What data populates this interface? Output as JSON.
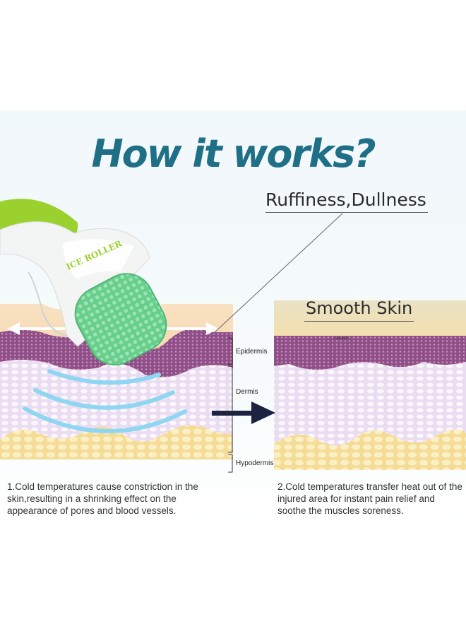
{
  "title": "How it works?",
  "callouts": {
    "before": "Ruffiness,Dullness",
    "after": "Smooth Skin"
  },
  "layers": [
    "Epidermis",
    "Dermis",
    "Hypodermis"
  ],
  "product": {
    "brand": "ICE ROLLER"
  },
  "captions": {
    "left": "1.Cold temperatures cause constriction in the skin,resulting in a shrinking effect on the appearance of pores and blood vessels.",
    "right": "2.Cold temperatures transfer heat out of the injured area for instant pain relief and soothe the muscles soreness."
  },
  "colors": {
    "title": "#1f6f86",
    "epidermis": "#8f4f86",
    "dermis": "#eadcf1",
    "hypodermis": "#f4dc96",
    "surface": "#f3c99a",
    "roller_green": "#57c77c",
    "handle_green": "#9bd12f",
    "arrow": "#1c2340"
  }
}
